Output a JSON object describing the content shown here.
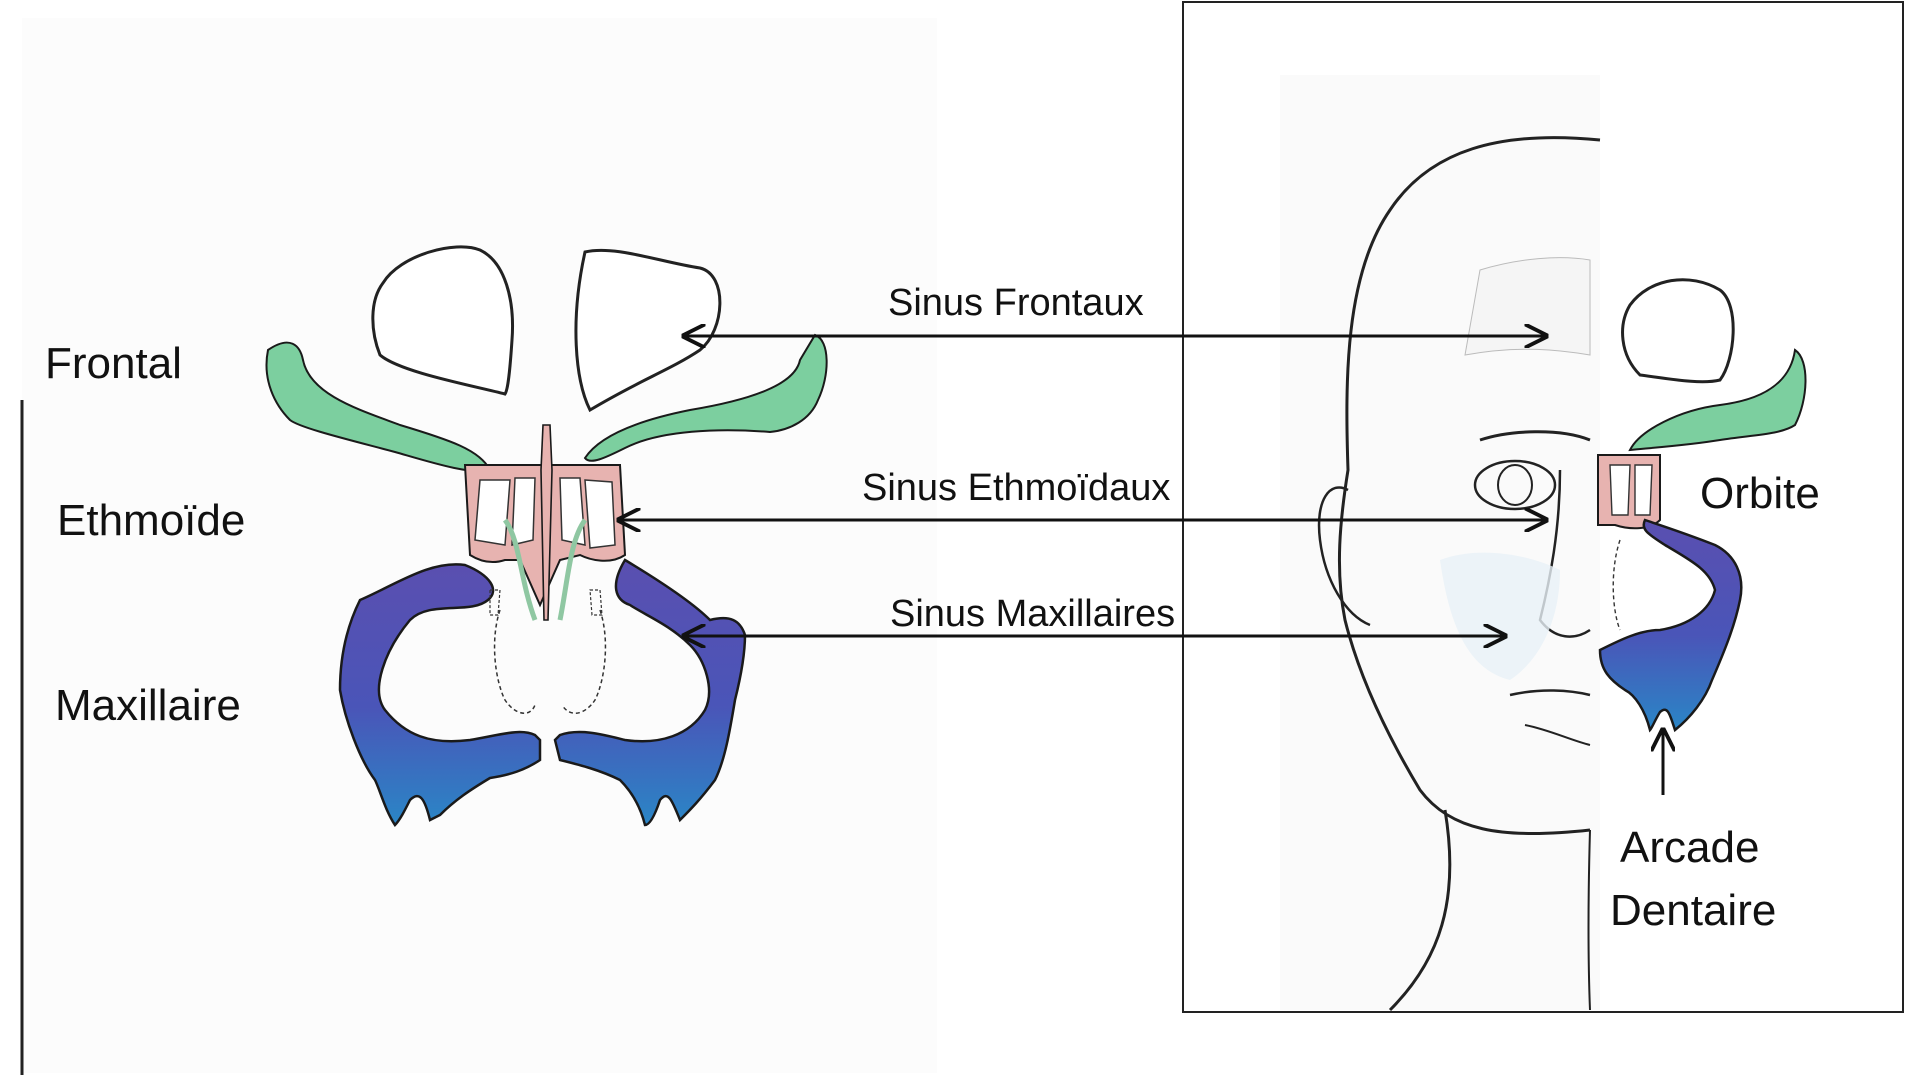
{
  "left_labels": {
    "frontal": "Frontal",
    "ethmoide": "Ethmoïde",
    "maxillaire": "Maxillaire"
  },
  "arrow_labels": {
    "frontaux": "Sinus Frontaux",
    "ethmoidaux": "Sinus Ethmoïdaux",
    "maxillaires": "Sinus Maxillaires"
  },
  "right_labels": {
    "orbite": "Orbite",
    "arcade_line1": "Arcade",
    "arcade_line2": "Dentaire"
  },
  "colors": {
    "frontal_bone": "#5fbf8a",
    "ethmoid": "#d99a98",
    "maxilla_purple": "#5a4fb0",
    "maxilla_blue": "#2a7cc0",
    "ink": "#111111"
  }
}
